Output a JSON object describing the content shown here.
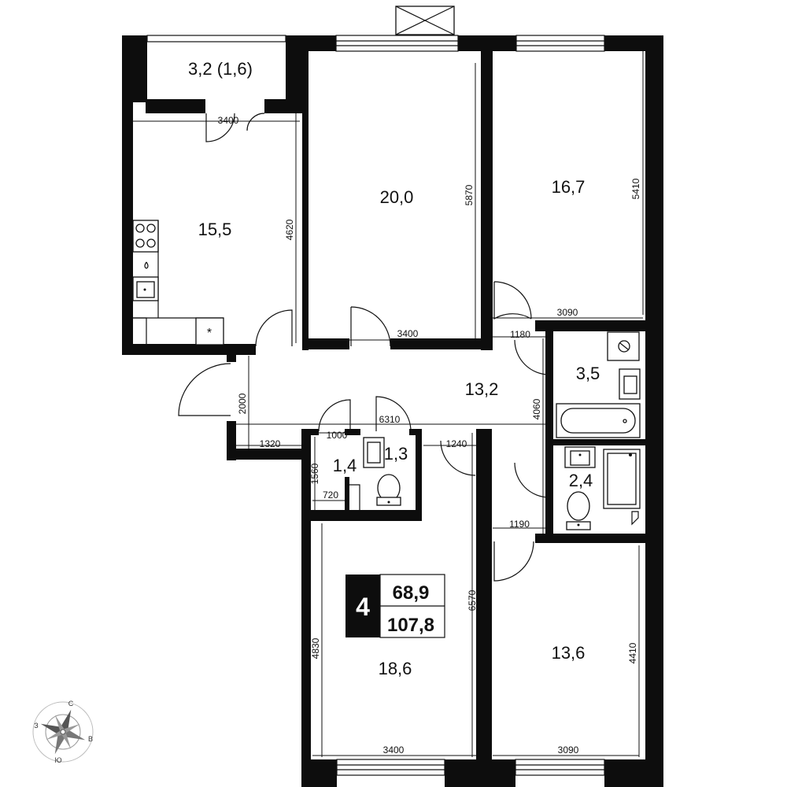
{
  "rooms": {
    "balcony": "3,2 (1,6)",
    "kitchen": "15,5",
    "bedroom_top_center": "20,0",
    "bedroom_top_right": "16,7",
    "hall": "13,2",
    "bathroom": "3,5",
    "toilet_right": "2,4",
    "storage": "1,4",
    "toilet_small": "1,3",
    "bedroom_bottom_left": "18,6",
    "bedroom_bottom_right": "13,6"
  },
  "dimensions": {
    "d3400_top": "3400",
    "d4620": "4620",
    "d5870": "5870",
    "d3400_mid": "3400",
    "d5410": "5410",
    "d3090_top": "3090",
    "d1180": "1180",
    "d4060": "4060",
    "d2000": "2000",
    "d6310": "6310",
    "d1000": "1000",
    "d1320": "1320",
    "d1240": "1240",
    "d1560": "1560",
    "d720": "720",
    "d1190": "1190",
    "d4830": "4830",
    "d6570": "6570",
    "d3400_bottom": "3400",
    "d4410": "4410",
    "d3090_bottom": "3090"
  },
  "badge": {
    "rooms_count": "4",
    "living_area": "68,9",
    "total_area": "107,8"
  },
  "compass": {
    "north": "С",
    "south": "Ю",
    "west": "З",
    "east": "В"
  }
}
